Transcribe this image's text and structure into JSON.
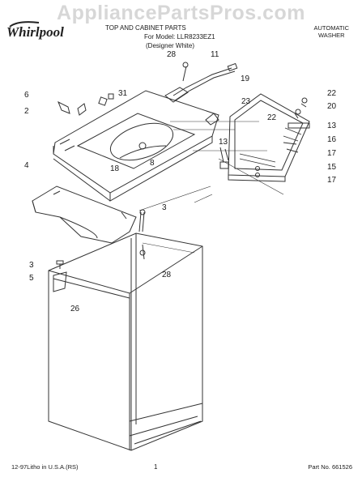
{
  "watermark": "AppliancePartsPros.com",
  "brand": "Whirlpool",
  "header": {
    "title": "TOP AND CABINET PARTS",
    "model_line": "For Model: LLR8233EZ1",
    "color_line": "(Designer White)",
    "type_line1": "AUTOMATIC",
    "type_line2": "WASHER"
  },
  "footer": {
    "left": "12-97Litho in U.S.A.(RS)",
    "center": "1",
    "right": "Part No. 661526"
  },
  "callouts": [
    "28",
    "11",
    "31",
    "6",
    "2",
    "19",
    "22",
    "20",
    "23",
    "22",
    "13",
    "16",
    "13",
    "17",
    "15",
    "17",
    "18",
    "8",
    "4",
    "3",
    "3",
    "28",
    "5",
    "26"
  ]
}
